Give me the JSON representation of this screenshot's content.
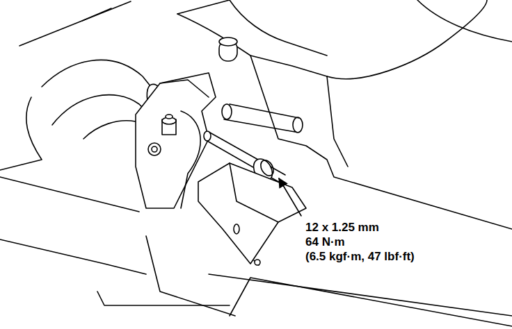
{
  "diagram": {
    "labels": [
      "12 x 1.25 mm",
      "64 N·m",
      "(6.5 kgf·m, 47 lbf·ft)"
    ]
  }
}
